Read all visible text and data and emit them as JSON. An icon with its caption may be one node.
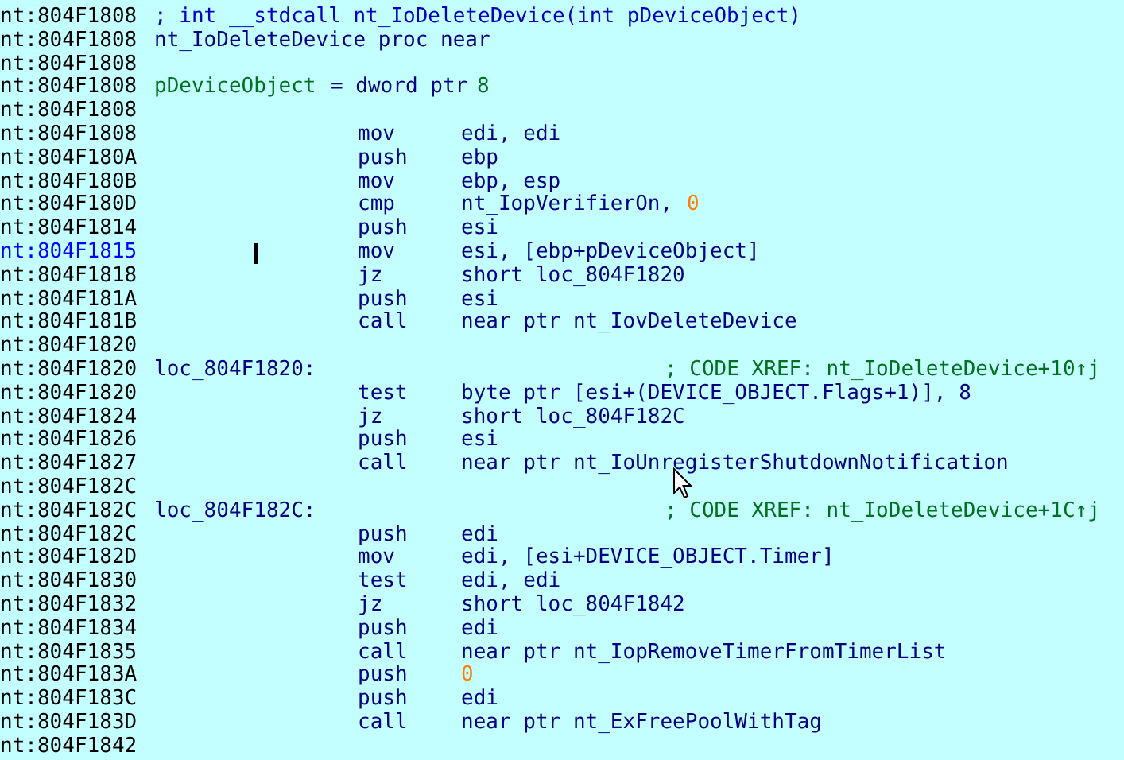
{
  "diagram": {
    "labels": [
      "nt:804F1808",
      "; int __stdcall nt_IoDeleteDevice(int pDeviceObject)",
      "nt:804F1808",
      "nt_IoDeleteDevice proc near",
      "nt:804F1808",
      "nt:804F1808",
      "pDeviceObject",
      "= dword ptr",
      "8",
      "nt:804F1808",
      "nt:804F1808",
      "mov",
      "edi, edi",
      "nt:804F180A",
      "push",
      "ebp",
      "nt:804F180B",
      "mov",
      "ebp, esp",
      "nt:804F180D",
      "cmp",
      "nt_IopVerifierOn,",
      "0",
      "nt:804F1814",
      "push",
      "esi",
      "nt:804F1815",
      "mov",
      "esi, [ebp+pDeviceObject]",
      "nt:804F1818",
      "jz",
      "short loc_804F1820",
      "nt:804F181A",
      "push",
      "esi",
      "nt:804F181B",
      "call",
      "near ptr nt_IovDeleteDevice",
      "nt:804F1820",
      "nt:804F1820",
      "loc_804F1820:",
      "; CODE XREF: nt_IoDeleteDevice+10↑j",
      "nt:804F1820",
      "test",
      "byte ptr [esi+(DEVICE_OBJECT.Flags+1)], 8",
      "nt:804F1824",
      "jz",
      "short loc_804F182C",
      "nt:804F1826",
      "push",
      "esi",
      "nt:804F1827",
      "call",
      "near ptr nt_IoUnregisterShutdownNotification",
      "nt:804F182C",
      "nt:804F182C",
      "loc_804F182C:",
      "; CODE XREF: nt_IoDeleteDevice+1C↑j",
      "nt:804F182C",
      "push",
      "edi",
      "nt:804F182D",
      "mov",
      "edi, [esi+DEVICE_OBJECT.Timer]",
      "nt:804F1830",
      "test",
      "edi, edi",
      "nt:804F1832",
      "jz",
      "short loc_804F1842",
      "nt:804F1834",
      "push",
      "edi",
      "nt:804F1835",
      "call",
      "near ptr nt_IopRemoveTimerFromTimerList",
      "nt:804F183A",
      "push",
      "0",
      "nt:804F183C",
      "push",
      "edi",
      "nt:804F183D",
      "call",
      "near ptr nt_ExFreePoolWithTag",
      "nt:804F1842"
    ]
  }
}
